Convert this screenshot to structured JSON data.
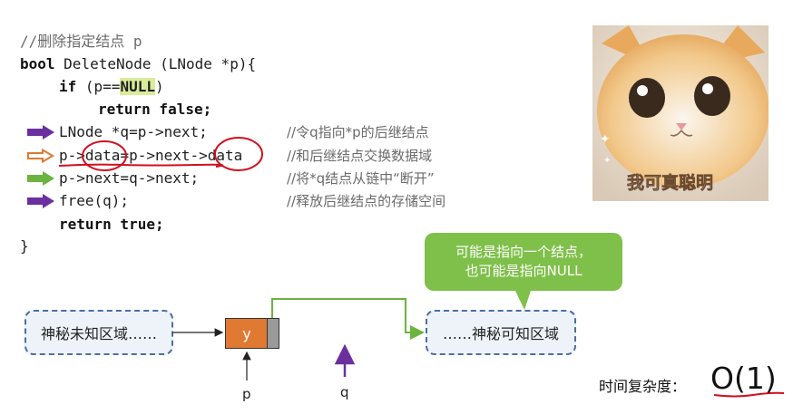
{
  "code": {
    "comment_title": "//删除指定结点 p",
    "line_sig": {
      "kw": "bool",
      "rest": " DeleteNode (LNode *p){"
    },
    "line_if": {
      "kw": "if",
      "pre": " (p==",
      "null": "NULL",
      "post": ")"
    },
    "line_return_false": "return false;",
    "line_q": "LNode *q=p->next;",
    "line_data": {
      "a": "p->",
      "b": "data",
      "c": "=p->next->",
      "d": "data"
    },
    "line_next": "p->next=q->next;",
    "line_free": "free(q);",
    "line_return_true": "return true;",
    "line_close": "}"
  },
  "comments": {
    "c1": "//令q指向*p的后继结点",
    "c2": "//和后继结点交换数据域",
    "c3": "//将*q结点从链中“断开”",
    "c4": "//释放后继结点的存储空间"
  },
  "photo_caption": "我可真聪明",
  "diagram": {
    "left_box": "神秘未知区域……",
    "right_box": "……神秘可知区域",
    "node_value": "y",
    "ptr_p": "p",
    "ptr_q": "q",
    "bubble_line1": "可能是指向一个结点，",
    "bubble_line2": "也可能是指向NULL"
  },
  "complexity": {
    "label": "时间复杂度：",
    "value": "O(1)"
  },
  "colors": {
    "purple": "#6b2fa0",
    "orange": "#e07a32",
    "green": "#6cb33f",
    "red": "#d01020",
    "blue_dash": "#4a6fa5"
  }
}
